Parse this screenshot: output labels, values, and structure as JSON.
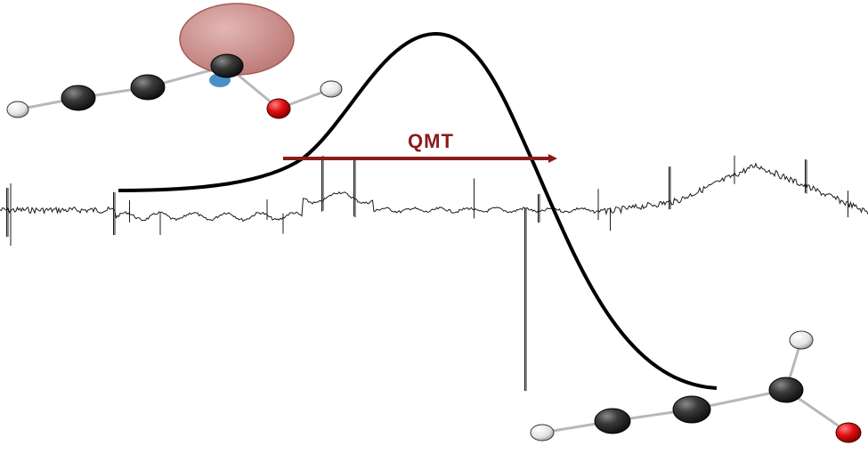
{
  "arrow": {
    "label": "QMT",
    "color": "#8b1a1a"
  },
  "colors": {
    "barrier": "#000000",
    "spectrum": "#1a1a1a",
    "carbon": "#2a2a2a",
    "hydrogen": "#f2f2f2",
    "oxygen": "#e01010",
    "orbital_lobe": "#c97a78",
    "orbital_small": "#4a90c8"
  },
  "molecules": {
    "reactant": {
      "name": "carbene-reactant",
      "atoms": [
        "H",
        "C",
        "C",
        "C",
        "O",
        "H"
      ]
    },
    "product": {
      "name": "aldehyde-product",
      "atoms": [
        "H",
        "C",
        "C",
        "C",
        "O",
        "H"
      ]
    }
  }
}
